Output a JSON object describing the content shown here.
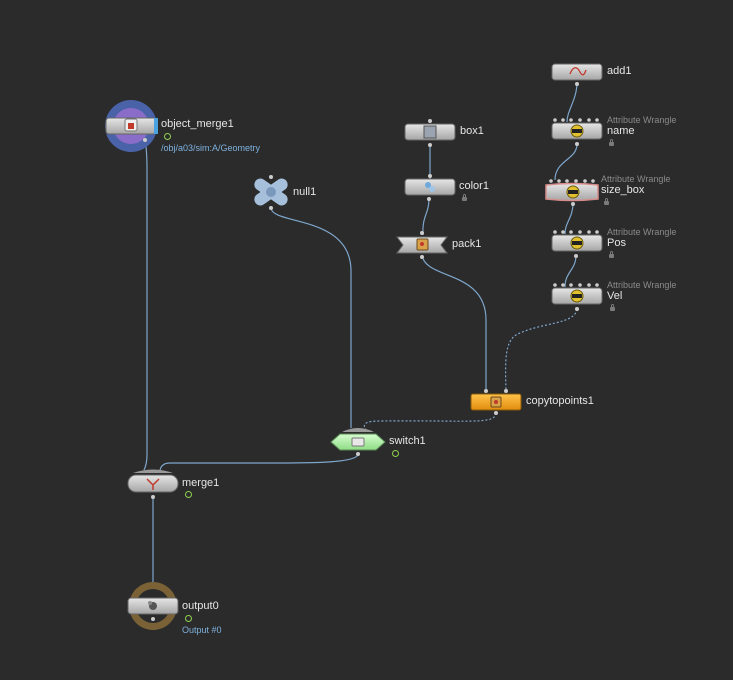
{
  "network": {
    "nodes": {
      "object_merge1": {
        "name": "object_merge1",
        "path": "/obj/a03/sim:A/Geometry",
        "icon": "object-merge-icon"
      },
      "null1": {
        "name": "null1",
        "icon": "null-icon"
      },
      "box1": {
        "name": "box1",
        "icon": "box-icon"
      },
      "color1": {
        "name": "color1",
        "icon": "color-icon"
      },
      "pack1": {
        "name": "pack1",
        "icon": "pack-icon"
      },
      "add1": {
        "name": "add1",
        "icon": "add-curve-icon"
      },
      "name": {
        "name": "name",
        "type_label": "Attribute Wrangle",
        "icon": "wrangle-icon"
      },
      "size_box": {
        "name": "size_box",
        "type_label": "Attribute Wrangle",
        "icon": "wrangle-icon"
      },
      "pos": {
        "name": "Pos",
        "type_label": "Attribute Wrangle",
        "icon": "wrangle-icon"
      },
      "vel": {
        "name": "Vel",
        "type_label": "Attribute Wrangle",
        "icon": "wrangle-icon"
      },
      "copytopoints1": {
        "name": "copytopoints1",
        "icon": "copy-to-points-icon"
      },
      "switch1": {
        "name": "switch1",
        "icon": "switch-icon"
      },
      "merge1": {
        "name": "merge1",
        "icon": "merge-icon"
      },
      "output0": {
        "name": "output0",
        "output_label": "Output #0",
        "icon": "output-icon"
      }
    },
    "colors": {
      "background": "#2b2b2b",
      "wire": "#7ea6cc",
      "node_body": "#bdbdbd",
      "switch_node": "#a8f0a0",
      "copy_node": "#f5a623",
      "object_merge_ring": "#4a62a8",
      "output_ring": "#7a6236",
      "display_flag": "#8fd14f"
    }
  }
}
